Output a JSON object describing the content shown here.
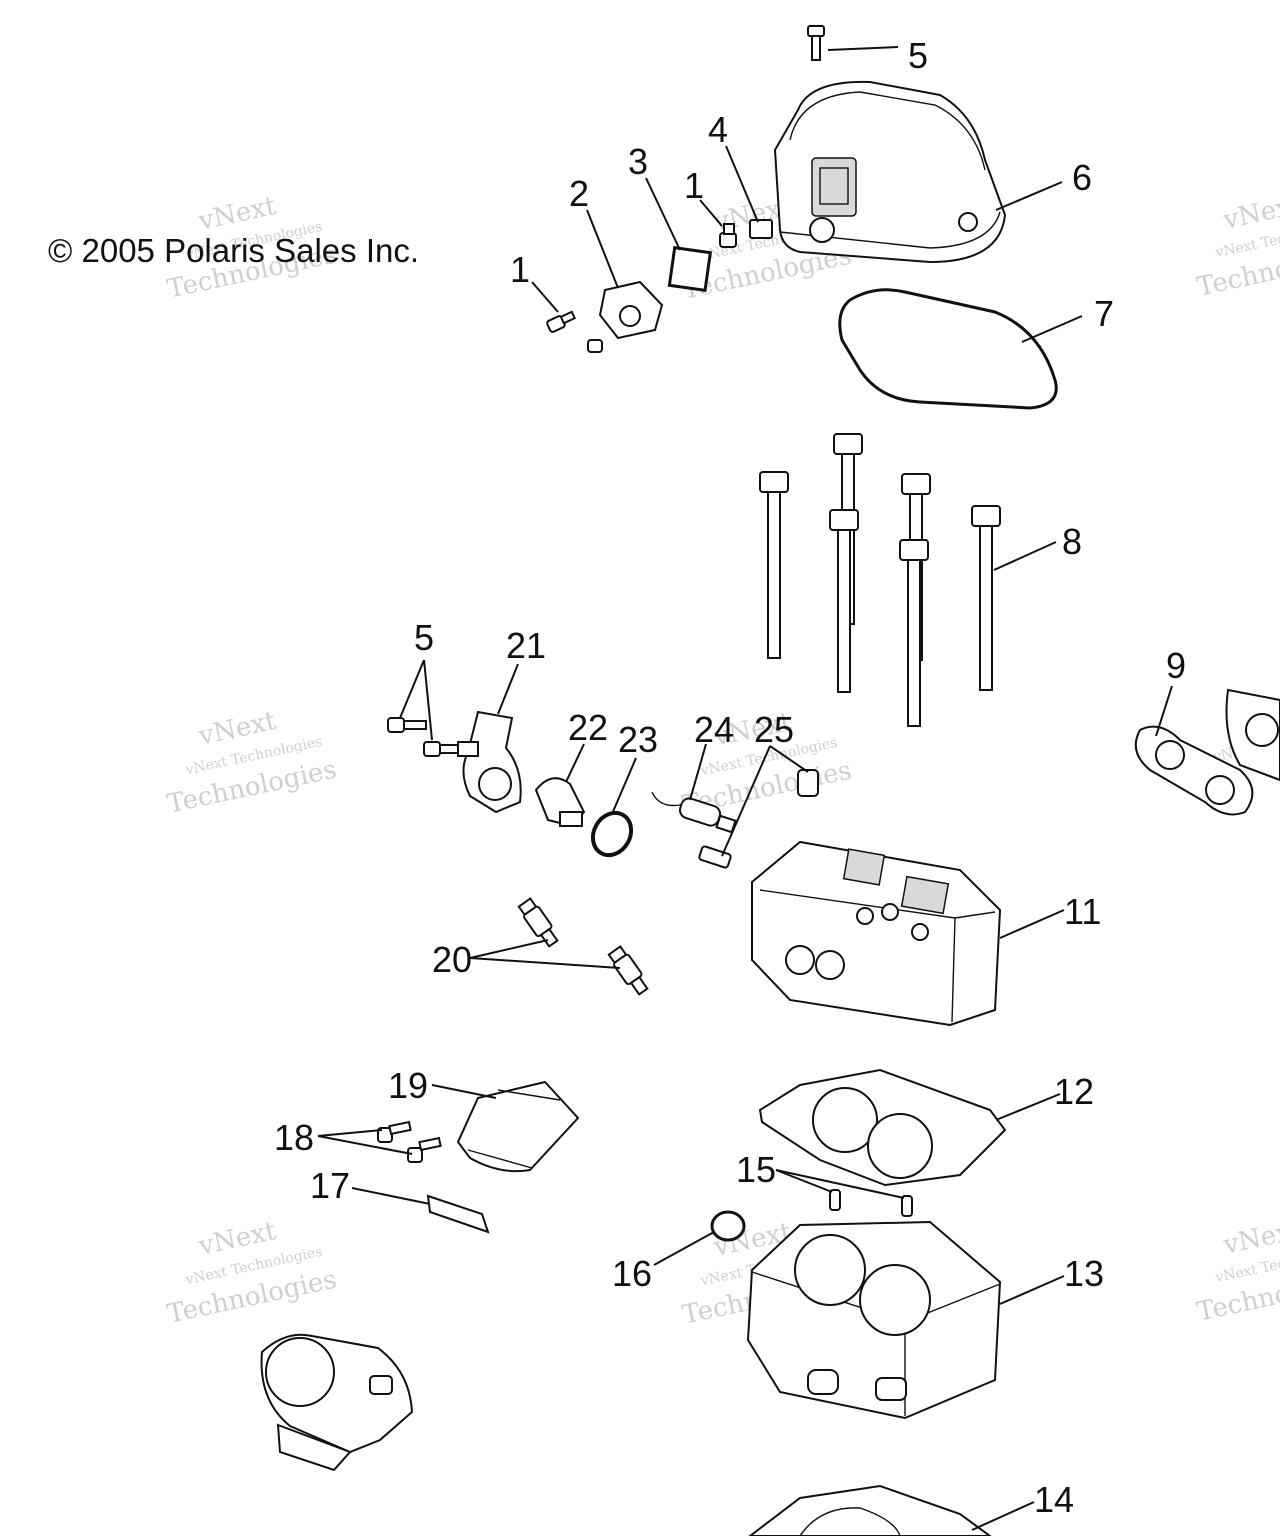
{
  "copyright": "© 2005 Polaris Sales Inc.",
  "watermark": {
    "line1": "vNext",
    "line2": "vNext Technologies",
    "line3": "Technologies"
  },
  "callouts": [
    "1",
    "2",
    "3",
    "1",
    "4",
    "5",
    "6",
    "7",
    "8",
    "9",
    "5",
    "21",
    "22",
    "23",
    "24",
    "25",
    "11",
    "20",
    "19",
    "18",
    "17",
    "12",
    "15",
    "16",
    "13",
    "14"
  ]
}
